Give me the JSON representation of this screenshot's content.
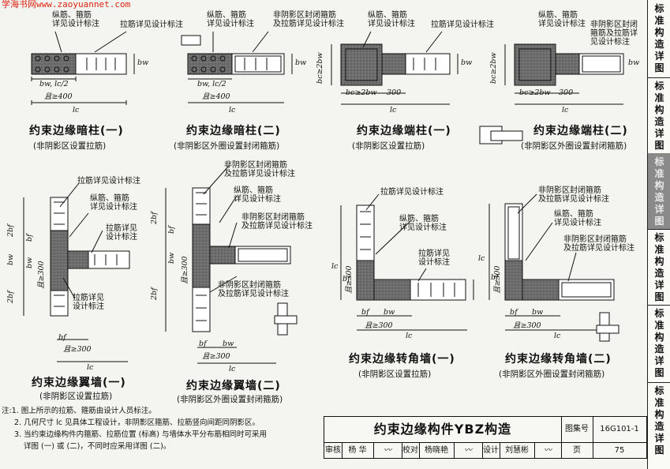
{
  "watermark": "学海书网www.zaoyuannet.com",
  "figures": [
    {
      "title": "约束边缘暗柱(一)",
      "subtitle": "(非阴影区设置拉筋)",
      "notes": [
        "纵筋、箍筋\n详见设计标注",
        "拉筋详见设计标注"
      ],
      "dims": [
        "bw, lc/2",
        "且≥400",
        "lc",
        "bw"
      ]
    },
    {
      "title": "约束边缘暗柱(二)",
      "subtitle": "(非阴影区外圈设置封闭箍筋)",
      "notes": [
        "纵筋、箍筋\n详见设计标注",
        "非阴影区封闭箍筋\n及拉筋详见设计标注"
      ],
      "dims": [
        "bw, lc/2",
        "且≥400",
        "lc",
        "bw"
      ]
    },
    {
      "title": "约束边缘端柱(一)",
      "subtitle": "(非阴影区设置拉筋)",
      "notes": [
        "纵筋、箍筋\n详见设计标注",
        "拉筋详见设计标注"
      ],
      "dims": [
        "bc≥2bw",
        "300",
        "lc",
        "bc≥2bw",
        "bw"
      ]
    },
    {
      "title": "约束边缘端柱(二)",
      "subtitle": "(非阴影区外圈设置封闭箍筋)",
      "notes": [
        "纵筋、箍筋\n详见设计标注",
        "非阴影区封闭\n箍筋及拉筋详\n见设计标注"
      ],
      "dims": [
        "bc≥2bw",
        "300",
        "lc",
        "bc≥2bw",
        "bw"
      ]
    },
    {
      "title": "约束边缘翼墙(一)",
      "subtitle": "(非阴影区设置拉筋)",
      "notes": [
        "拉筋详见设计标注",
        "纵筋、箍筋\n详见设计标注",
        "拉筋详见\n设计标注",
        "拉筋详见\n设计标注"
      ],
      "dims": [
        "bf",
        "且≥300",
        "lc",
        "2bf",
        "bw",
        "2bf",
        "bf",
        "bw",
        "且≥300"
      ]
    },
    {
      "title": "约束边缘翼墙(二)",
      "subtitle": "(非阴影区外圈设置封闭箍筋)",
      "notes": [
        "非阴影区封闭箍筋\n及拉筋详见设计标注",
        "纵筋、箍筋\n详见设计标注",
        "非阴影区封闭箍筋\n及拉筋详见设计标注",
        "非阴影区封闭箍筋\n及拉筋详见设计标注"
      ],
      "dims": [
        "bf",
        "bw",
        "且≥300",
        "lc",
        "2bf",
        "bf",
        "bw",
        "且≥300",
        "2bf"
      ]
    },
    {
      "title": "约束边缘转角墙(一)",
      "subtitle": "(非阴影区设置拉筋)",
      "notes": [
        "拉筋详见设计标注",
        "纵筋、箍筋\n详见设计标注",
        "拉筋详见\n设计标注"
      ],
      "dims": [
        "bf",
        "bw",
        "且≥300",
        "lc",
        "lc",
        "bf",
        "且≥300"
      ]
    },
    {
      "title": "约束边缘转角墙(二)",
      "subtitle": "(非阴影区外圈设置封闭箍筋)",
      "notes": [
        "非阴影区封闭箍筋\n及拉筋详见设计标注",
        "纵筋、箍筋\n详见设计标注",
        "非阴影区封闭箍筋\n及拉筋详见设计标注"
      ],
      "dims": [
        "bf",
        "bw",
        "且≥300",
        "lc",
        "lc",
        "bf",
        "且≥300"
      ]
    }
  ],
  "notes": [
    "注:1. 图上所示的拉筋、箍筋由设计人员标注。",
    "2. 几何尺寸 lc 见具体工程设计，非阴影区箍筋、拉筋竖向间距同阴影区。",
    "3. 当约束边缘构件内箍筋、拉筋位置 (标高) 与墙体水平分布筋相同时可采用",
    "详图 (一) 或 (二)，不同时应采用详图 (二)。"
  ],
  "title_block": {
    "title": "约束边缘构件YBZ构造",
    "atlas_label": "图集号",
    "atlas_no": "16G101-1",
    "review_label": "审核",
    "reviewer": "杨  华",
    "check_label": "校对",
    "checker": "杨晓艳",
    "design_label": "设计",
    "designer": "刘慧彬",
    "page_label": "页",
    "page_no": "75"
  },
  "sidebar": {
    "tabs": [
      "标准构造详图",
      "标准构造详图",
      "标准构造详图",
      "标准构造详图",
      "标准构造详图",
      "标准构造详图"
    ],
    "active_index": 2
  }
}
